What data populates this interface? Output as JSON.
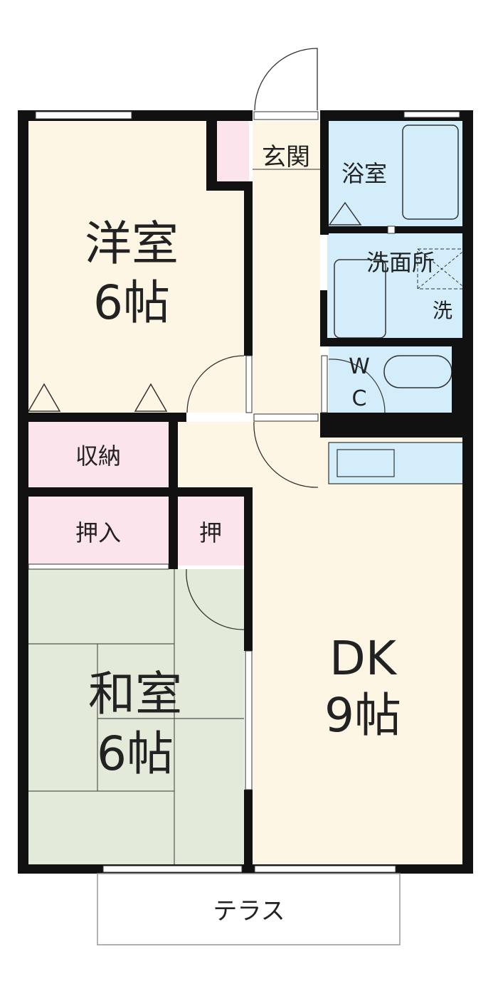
{
  "colors": {
    "wall": "#111111",
    "floor": "#fdf6e4",
    "closet": "#fbe4ec",
    "wet": "#d3eefa",
    "tatami": "#e4ead9"
  },
  "rooms": {
    "western": {
      "name": "洋室",
      "size": "6帖"
    },
    "japanese": {
      "name": "和室",
      "size": "6帖"
    },
    "dk": {
      "name": "DK",
      "size": "9帖"
    },
    "entrance": "玄関",
    "bath": "浴室",
    "washroom": "洗面所",
    "washer": "洗",
    "wc_w": "W",
    "wc_c": "C",
    "storage": "収納",
    "closet": "押入",
    "closet_small": "押",
    "terrace": "テラス"
  }
}
